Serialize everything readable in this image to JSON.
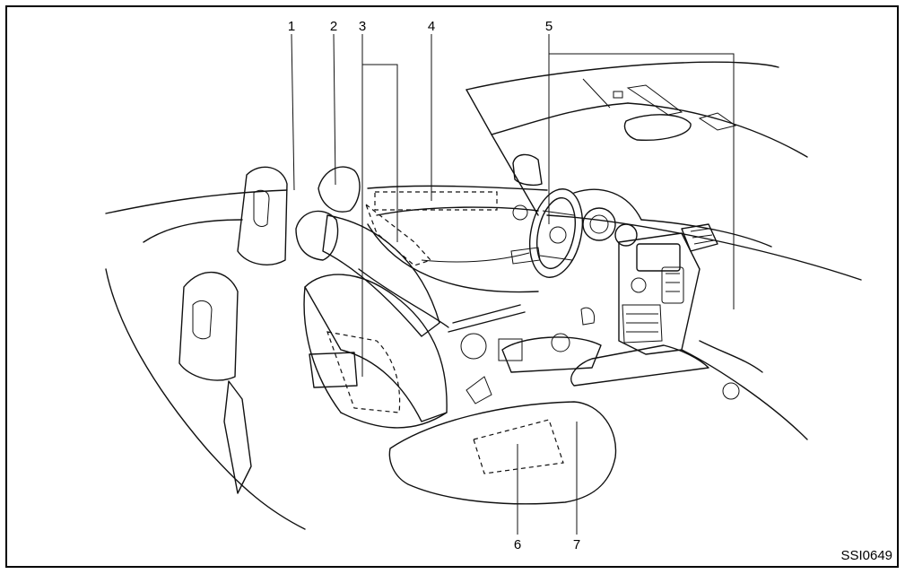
{
  "callouts": [
    "1",
    "2",
    "3",
    "4",
    "5",
    "6",
    "7"
  ],
  "figure_code": "SSI0649",
  "colors": {
    "line": "#111111",
    "background": "#ffffff"
  }
}
